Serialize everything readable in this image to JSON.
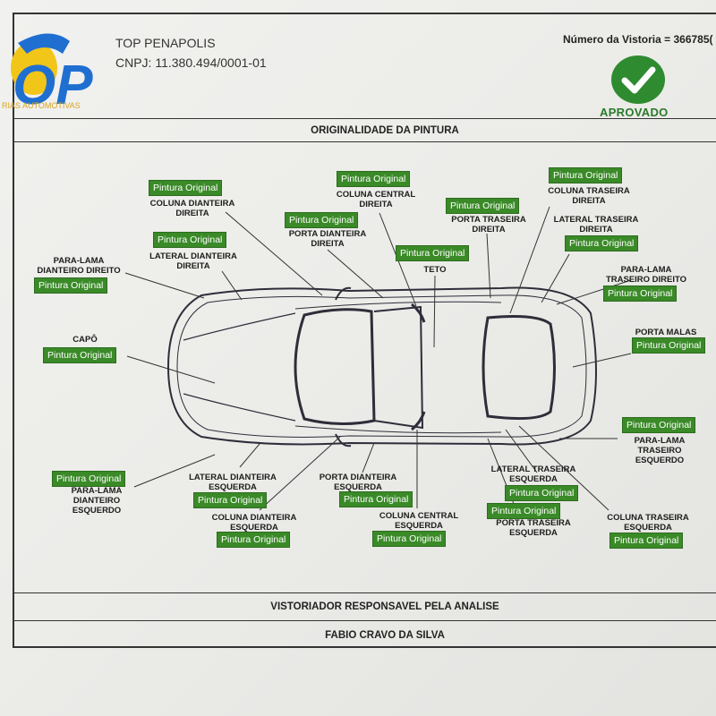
{
  "header": {
    "logo_text": "TOP",
    "logo_tagline": "RIAS AUTOMOTIVAS",
    "company": "TOP PENAPOLIS",
    "cnpj": "CNPJ: 11.380.494/0001-01",
    "vistoria": "Número da Vistoria = 366785(",
    "status": "APROVADO"
  },
  "section_title": "ORIGINALIDADE DA PINTURA",
  "parts": [
    {
      "label": "COLUNA DIANTEIRA DIREITA",
      "tag": "Pintura Original"
    },
    {
      "label": "COLUNA CENTRAL DIREITA",
      "tag": "Pintura Original"
    },
    {
      "label": "PORTA DIANTEIRA DIREITA",
      "tag": "Pintura Original"
    },
    {
      "label": "PORTA TRASEIRA DIREITA",
      "tag": "Pintura Original"
    },
    {
      "label": "COLUNA TRASEIRA DIREITA",
      "tag": "Pintura Original"
    },
    {
      "label": "LATERAL DIANTEIRA DIREITA",
      "tag": "Pintura Original"
    },
    {
      "label": "TETO",
      "tag": "Pintura Original"
    },
    {
      "label": "LATERAL TRASEIRA DIREITA",
      "tag": "Pintura Original"
    },
    {
      "label": "PARA-LAMA DIANTEIRO DIREITO",
      "tag": "Pintura Original"
    },
    {
      "label": "PARA-LAMA TRASEIRO DIREITO",
      "tag": "Pintura Original"
    },
    {
      "label": "CAPÔ",
      "tag": "Pintura Original"
    },
    {
      "label": "PORTA MALAS",
      "tag": "Pintura Original"
    },
    {
      "label": "PARA-LAMA TRASEIRO ESQUERDO",
      "tag": "Pintura Original"
    },
    {
      "label": "PARA-LAMA DIANTEIRO ESQUERDO",
      "tag": "Pintura Original"
    },
    {
      "label": "LATERAL DIANTEIRA ESQUERDA",
      "tag": "Pintura Original"
    },
    {
      "label": "PORTA DIANTEIRA ESQUERDA",
      "tag": "Pintura Original"
    },
    {
      "label": "LATERAL TRASEIRA ESQUERDA",
      "tag": "Pintura Original"
    },
    {
      "label": "COLUNA DIANTEIRA ESQUERDA",
      "tag": "Pintura Original"
    },
    {
      "label": "COLUNA CENTRAL ESQUERDA",
      "tag": "Pintura Original"
    },
    {
      "label": "PORTA TRASEIRA ESQUERDA",
      "tag": "Pintura Original"
    },
    {
      "label": "COLUNA TRASEIRA ESQUERDA",
      "tag": "Pintura Original"
    }
  ],
  "footer": {
    "responsavel_title": "VISTORIADOR RESPONSAVEL PELA ANALISE",
    "responsavel_name": "FABIO CRAVO DA SILVA"
  },
  "colors": {
    "tag_green": "#3a8a28",
    "approved_green": "#2e8b30",
    "logo_blue": "#1f6fd1",
    "logo_yellow": "#f2c519"
  }
}
